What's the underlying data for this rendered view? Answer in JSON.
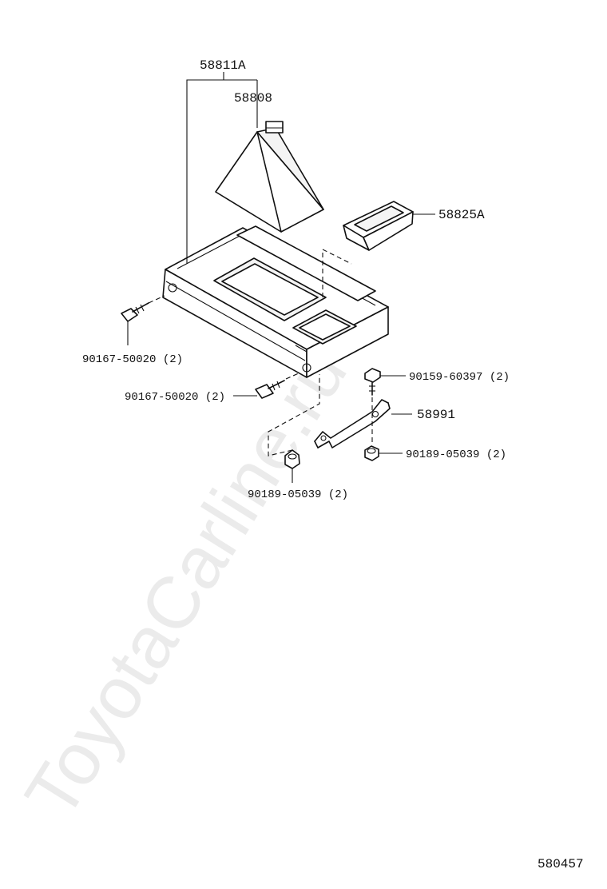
{
  "watermark": "ToyotaCarline.ru",
  "figure_number": "580457",
  "parts": {
    "box_assy": "58811A",
    "shift_boot": "58808",
    "ashtray_insert": "58825A",
    "screw_left": "90167-50020 (2)",
    "screw_front": "90167-50020 (2)",
    "bolt_right": "90159-60397 (2)",
    "bracket": "58991",
    "nut_right": "90189-05039 (2)",
    "nut_bottom": "90189-05039 (2)"
  }
}
